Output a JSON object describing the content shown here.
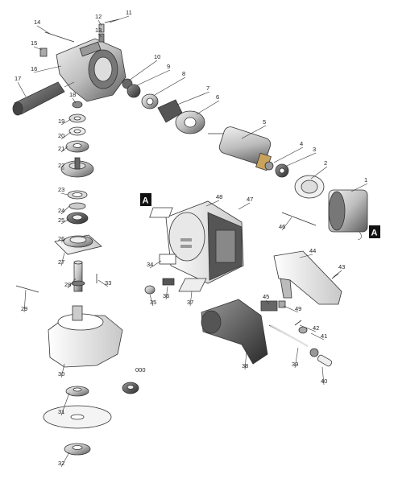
{
  "diagram": {
    "labels": [
      "1",
      "2",
      "3",
      "4",
      "5",
      "6",
      "7",
      "8",
      "9",
      "10",
      "11",
      "12",
      "13",
      "14",
      "15",
      "16",
      "17",
      "18",
      "19",
      "20",
      "21",
      "22",
      "23",
      "24",
      "25",
      "26",
      "27",
      "28",
      "29",
      "30",
      "31",
      "32",
      "33",
      "34",
      "35",
      "36",
      "37",
      "38",
      "39",
      "40",
      "41",
      "42",
      "43",
      "44",
      "45",
      "46",
      "47",
      "48",
      "49"
    ],
    "reference_marks": [
      "A",
      "A"
    ],
    "lock_nut_marking": "000"
  }
}
